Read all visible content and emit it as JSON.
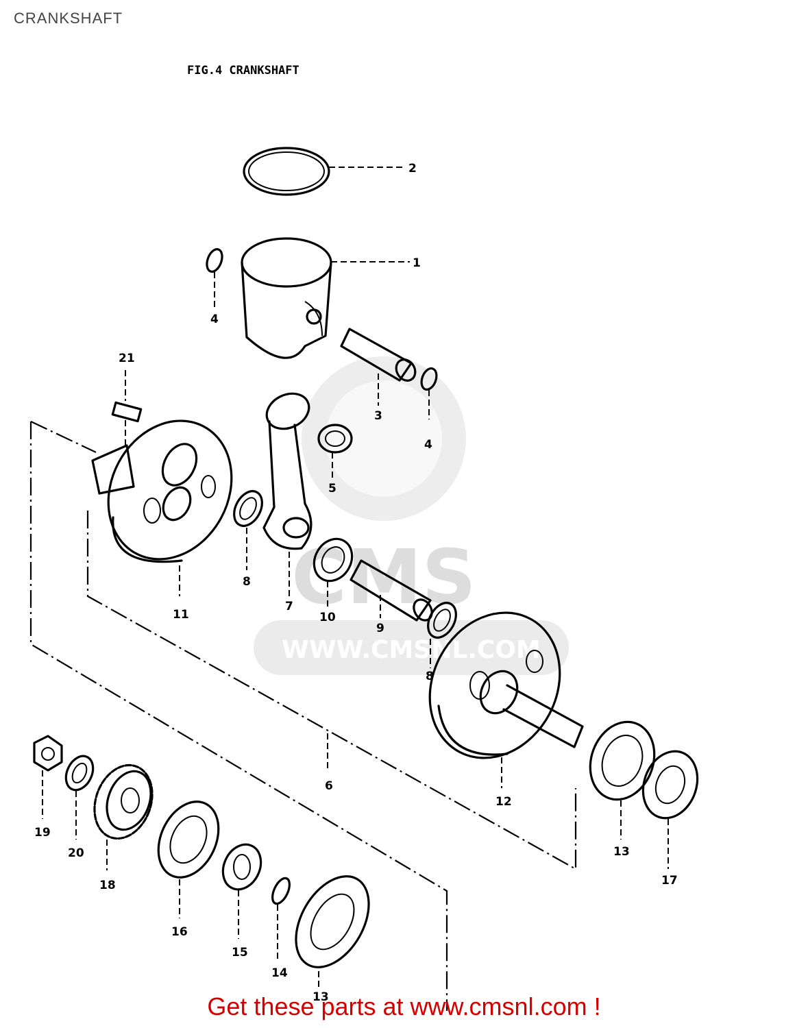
{
  "header": {
    "title": "CRANKSHAFT"
  },
  "figure": {
    "caption": "FIG.4  CRANKSHAFT",
    "watermark": {
      "brand": "CMS",
      "url": "WWW.CMSNL.COM"
    },
    "callouts": {
      "c1": "1",
      "c2": "2",
      "c3": "3",
      "c4a": "4",
      "c4b": "4",
      "c5": "5",
      "c6": "6",
      "c7": "7",
      "c8a": "8",
      "c8b": "8",
      "c9": "9",
      "c10": "10",
      "c11": "11",
      "c12": "12",
      "c13a": "13",
      "c13b": "13",
      "c14": "14",
      "c15": "15",
      "c16": "16",
      "c17": "17",
      "c18": "18",
      "c19": "19",
      "c20": "20",
      "c21": "21"
    }
  },
  "footer": {
    "promo": "Get these parts at www.cmsnl.com !"
  },
  "colors": {
    "footer_text": "#d40000",
    "watermark": "#d0d0d0",
    "line": "#000000"
  }
}
